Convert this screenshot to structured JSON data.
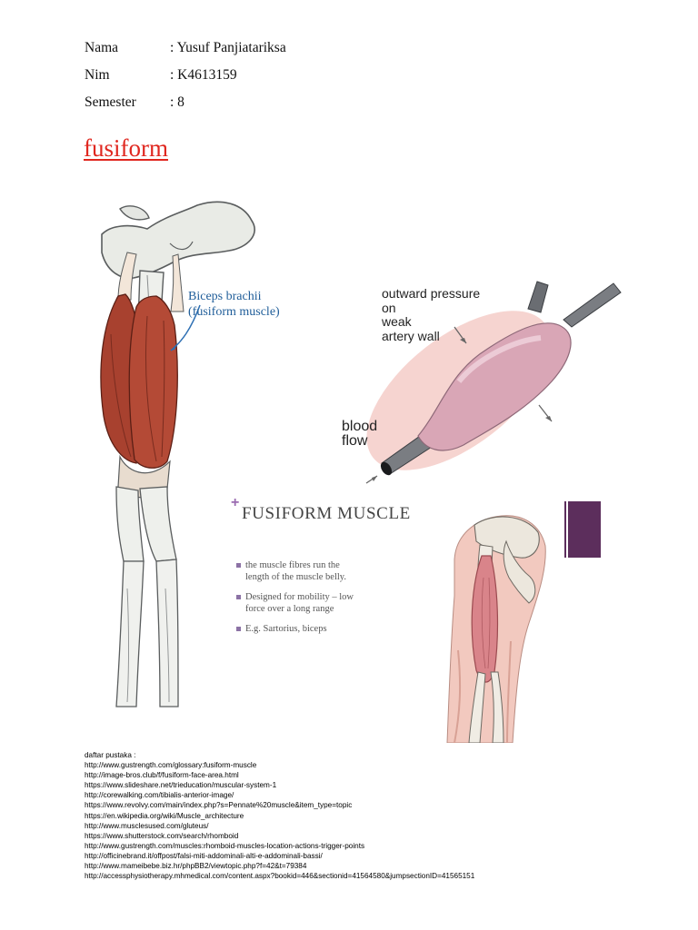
{
  "header": {
    "nama_label": "Nama",
    "nama_value": ": Yusuf Panjiatariksa",
    "nim_label": "Nim",
    "nim_value": ": K4613159",
    "semester_label": "Semester",
    "semester_value": ": 8"
  },
  "title": "fusiform",
  "figure1": {
    "label_line1": "Biceps brachii",
    "label_line2": "(fusiform muscle)"
  },
  "figure2": {
    "label_line1": "outward pressure",
    "label_line2": "on",
    "label_line3": "weak",
    "label_line4": "artery wall",
    "flow_line1": "blood",
    "flow_line2": "flow"
  },
  "slide": {
    "plus": "+",
    "title": "FUSIFORM MUSCLE",
    "bullets": [
      "the muscle fibres run the",
      "length of the muscle belly.",
      "Designed for mobility – low",
      "force over a long range",
      "E.g. Sartorius, biceps"
    ]
  },
  "references": {
    "heading": "daftar pustaka :",
    "items": [
      "http://www.gustrength.com/glossary:fusiform-muscle",
      "http://image-bros.club/f/fusiform-face-area.html",
      "https://www.slideshare.net/trieducation/muscular-system-1",
      "http://corewalking.com/tibialis-anterior-image/",
      "https://www.revolvy.com/main/index.php?s=Pennate%20muscle&item_type=topic",
      "https://en.wikipedia.org/wiki/Muscle_architecture",
      "http://www.musclesused.com/gluteus/",
      "https://www.shutterstock.com/search/rhomboid",
      "http://www.gustrength.com/muscles:rhomboid-muscles-location-actions-trigger-points",
      "http://officinebrand.it/offpost/falsi-miti-addominali-alti-e-addominali-bassi/",
      "http://www.mameibebe.biz.hr/phpBB2/viewtopic.php?f=42&t=79384",
      "http://accessphysiotherapy.mhmedical.com/content.aspx?bookid=446&sectionid=41564580&jumpsectionID=41565151"
    ]
  }
}
